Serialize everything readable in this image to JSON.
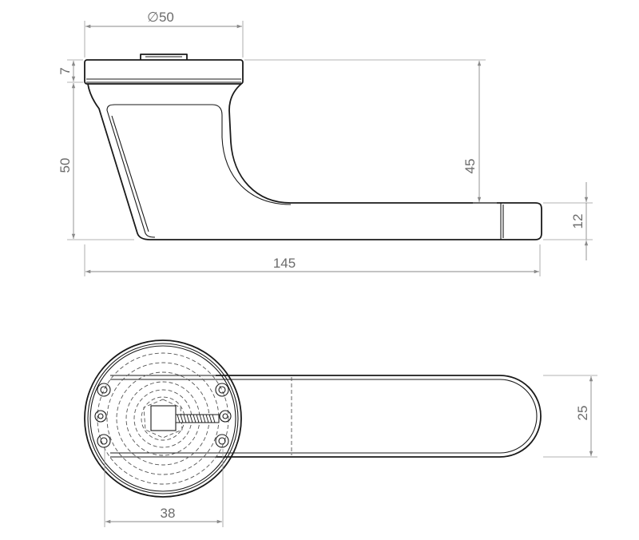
{
  "dimensions": {
    "rosette_diameter": "∅50",
    "rosette_thickness": "7",
    "overall_height": "50",
    "lever_drop": "45",
    "lever_thickness": "12",
    "overall_length": "145",
    "lever_width": "25",
    "screw_hole_spacing": "38"
  },
  "colors": {
    "outline": "#1a1a1a",
    "dimension": "#8a8a8a",
    "text": "#6b6b6b"
  }
}
